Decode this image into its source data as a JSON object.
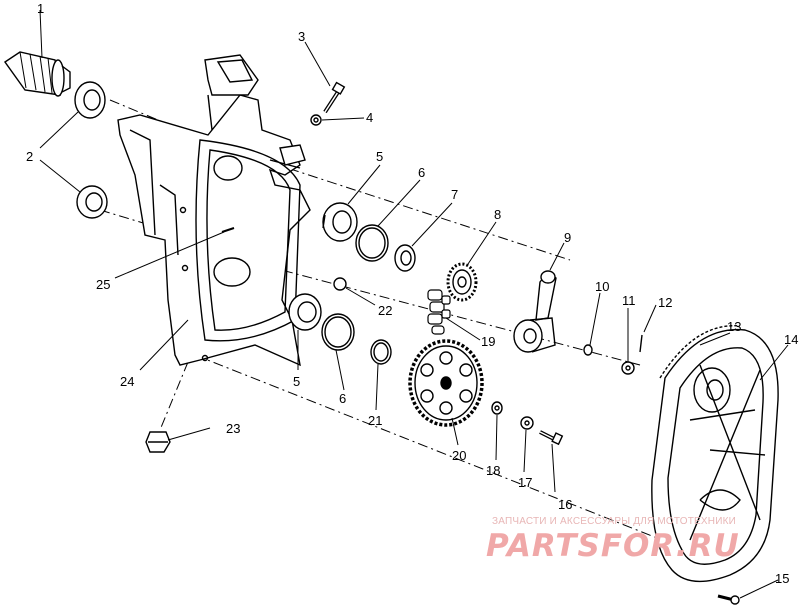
{
  "callouts": [
    {
      "id": "1",
      "text": "1"
    },
    {
      "id": "2",
      "text": "2"
    },
    {
      "id": "3",
      "text": "3"
    },
    {
      "id": "4",
      "text": "4"
    },
    {
      "id": "5a",
      "text": "5"
    },
    {
      "id": "5b",
      "text": "5"
    },
    {
      "id": "6a",
      "text": "6"
    },
    {
      "id": "6b",
      "text": "6"
    },
    {
      "id": "7",
      "text": "7"
    },
    {
      "id": "8",
      "text": "8"
    },
    {
      "id": "9",
      "text": "9"
    },
    {
      "id": "10",
      "text": "10"
    },
    {
      "id": "11",
      "text": "11"
    },
    {
      "id": "12",
      "text": "12"
    },
    {
      "id": "13",
      "text": "13"
    },
    {
      "id": "14",
      "text": "14"
    },
    {
      "id": "15",
      "text": "15"
    },
    {
      "id": "16",
      "text": "16"
    },
    {
      "id": "17",
      "text": "17"
    },
    {
      "id": "18",
      "text": "18"
    },
    {
      "id": "19",
      "text": "19"
    },
    {
      "id": "20",
      "text": "20"
    },
    {
      "id": "21",
      "text": "21"
    },
    {
      "id": "22",
      "text": "22"
    },
    {
      "id": "23",
      "text": "23"
    },
    {
      "id": "24",
      "text": "24"
    },
    {
      "id": "25",
      "text": "25"
    }
  ],
  "watermark": {
    "tagline": "ЗАПЧАСТИ И АКСЕССУАРЫ ДЛЯ МОТОТЕХНИКИ",
    "brand": "PARTSFOR.RU",
    "color": "#f0a8a8"
  },
  "line_color": "#000000"
}
